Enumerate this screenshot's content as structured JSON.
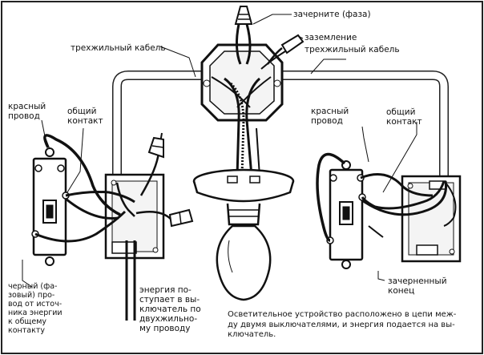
{
  "labels": {
    "phase": "зачерните (фаза)",
    "ground": "заземление",
    "cable_left": "трехжильный кабель",
    "cable_right": "трехжильный кабель",
    "red_left": "красный\nпровод",
    "common_left": "общий\nконтакт",
    "red_right": "красный\nпровод",
    "common_right": "общий\nконтакт",
    "black_phase": "черный (фа-\nзовый) про-\nвод от источ-\nника энергии\nк общему\nконтакту",
    "power_in": "энергия по-\nступает в вы-\nключатель по\nдвухжильно-\nму проводу",
    "blackened_end": "зачерненный\nконец",
    "caption": "Осветительное устройство расположено в цепи меж-\nду двумя выключателями, и энергия подается на вы-\nключатель."
  }
}
